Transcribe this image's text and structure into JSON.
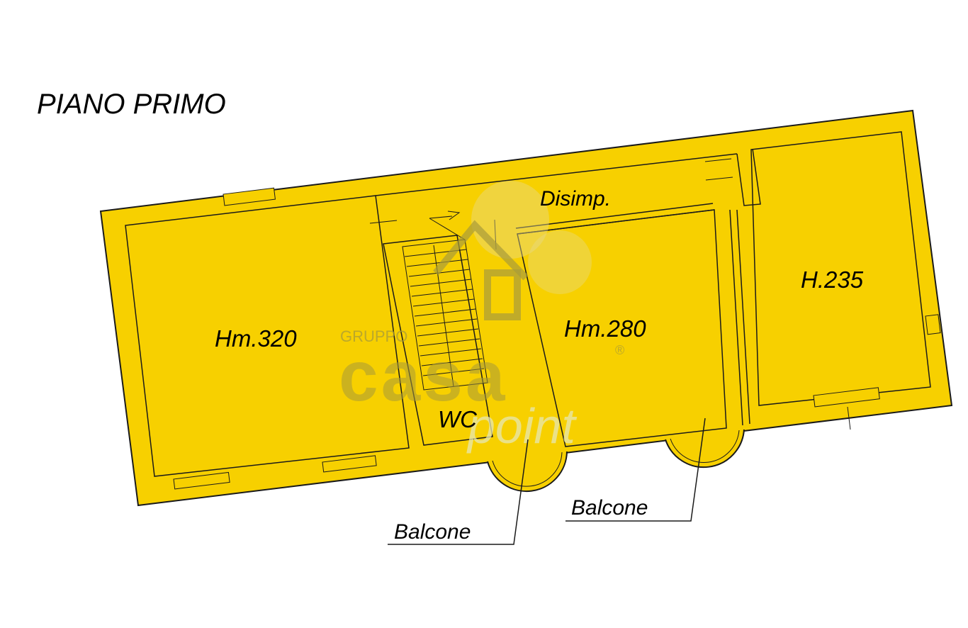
{
  "plan": {
    "title": "PIANO PRIMO",
    "rooms": [
      {
        "id": "room-left",
        "label": "Hm.320"
      },
      {
        "id": "room-center",
        "label": "Hm.280"
      },
      {
        "id": "room-right",
        "label": "H.235"
      },
      {
        "id": "disimpegno",
        "label": "Disimp."
      },
      {
        "id": "wc",
        "label": "WC"
      }
    ],
    "balconies": [
      {
        "id": "balcone-left",
        "label": "Balcone"
      },
      {
        "id": "balcone-right",
        "label": "Balcone"
      }
    ]
  },
  "watermark": {
    "group_label": "GRUPPO",
    "brand_main": "casa",
    "brand_sub": "point",
    "registered_mark": "®"
  },
  "colors": {
    "floor_fill": "#f7d000",
    "wall_stroke": "#1a1a1a",
    "watermark_gray": "#b5a62a",
    "watermark_green": "#dde3a0"
  }
}
